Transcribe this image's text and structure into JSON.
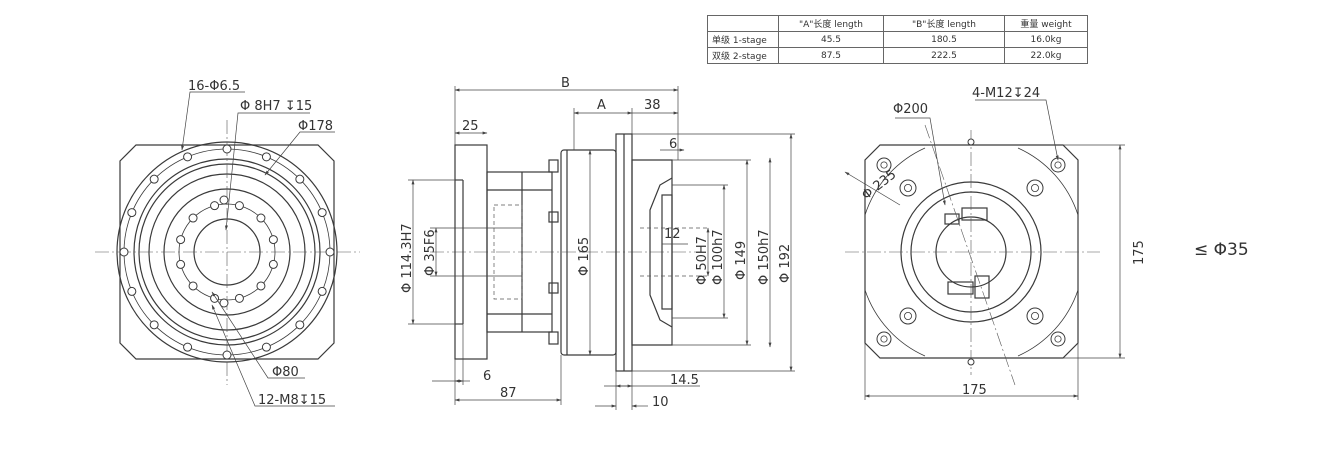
{
  "spec_table": {
    "headers": [
      "",
      "\"A\"长度 length",
      "\"B\"长度  length",
      "重量 weight"
    ],
    "rows": [
      {
        "label": "单级 1-stage",
        "a": "45.5",
        "b": "180.5",
        "weight": "16.0kg"
      },
      {
        "label": "双级 2-stage",
        "a": "87.5",
        "b": "222.5",
        "weight": "22.0kg"
      }
    ]
  },
  "shaft_note": "≤ Φ35",
  "left_view": {
    "label_holes_outer": "16-Φ6.5",
    "label_bore": "Φ 8H7 ↧15",
    "label_pcd": "Φ178",
    "label_inner_pcd": "Φ80",
    "label_threads": "12-M8↧15"
  },
  "middle_view": {
    "label_B": "B",
    "label_A": "A",
    "label_38": "38",
    "label_25": "25",
    "label_6_top": "6",
    "label_12": "12",
    "label_114": "Φ 114.3H7",
    "label_35": "Φ 35F6",
    "label_165": "Φ 165",
    "label_50": "Φ 50H7",
    "label_100": "Φ 100h7",
    "label_149": "Φ 149",
    "label_150": "Φ 150h7",
    "label_192": "Φ 192",
    "label_6_bottom": "6",
    "label_87": "87",
    "label_14_5": "14.5",
    "label_10": "10"
  },
  "right_view": {
    "label_200": "Φ200",
    "label_threads": "4-M12↧24",
    "label_235": "Φ 235",
    "label_175_v": "175",
    "label_175_h": "175"
  }
}
